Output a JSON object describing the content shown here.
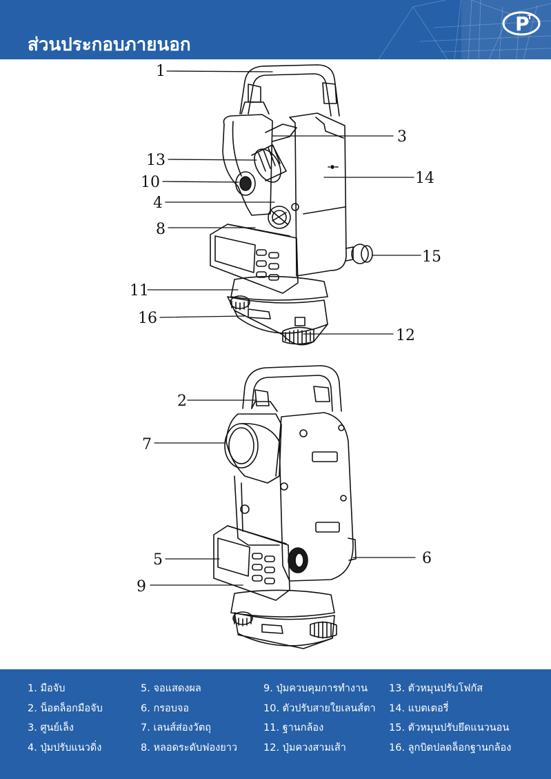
{
  "header": {
    "title": "ส่วนประกอบภายนอก",
    "logo_letter": "P",
    "logo_small": "T",
    "colors": {
      "band": "#2660a8",
      "text": "#ffffff"
    }
  },
  "diagram": {
    "callouts_top": [
      "1",
      "3",
      "13",
      "14",
      "10",
      "4",
      "8",
      "15",
      "11",
      "16",
      "12"
    ],
    "callouts_bottom": [
      "2",
      "7",
      "5",
      "6",
      "9"
    ]
  },
  "legend": {
    "col1": [
      "1. มือจับ",
      "2. น็อตล็อกมือจับ",
      "3. ศูนย์เล็ง",
      "4. ปุ่มปรับแนวดิ่ง"
    ],
    "col2": [
      "5. จอแสดงผล",
      "6. กรอบจอ",
      "7. เลนส์ส่องวัตถุ",
      "8. หลอดระดับฟองยาว"
    ],
    "col3": [
      "9. ปุ่มควบคุมการทำงาน",
      "10. ตัวปรับสายใยเลนส์ตา",
      "11. ฐานกล้อง",
      "12. ปุ่มควงสามเส้า"
    ],
    "col4": [
      "13. ตัวหมุนปรับโฟกัส",
      "14. แบตเตอรี่",
      "15. ตัวหมุนปรับยึดแนวนอน",
      "16. ลูกบิดปลดล็อกฐานกล้อง"
    ]
  }
}
